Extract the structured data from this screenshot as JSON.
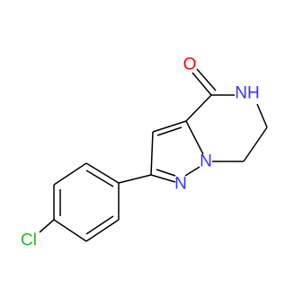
{
  "molecule": {
    "atoms": {
      "oxygen": {
        "symbol": "O",
        "color": "#ff0000"
      },
      "nh": {
        "symbol": "NH",
        "color": "#3333ff"
      },
      "n_bridge": {
        "symbol": "N",
        "color": "#3333ff"
      },
      "n_pyrazole": {
        "symbol": "N",
        "color": "#3333ff"
      },
      "chlorine": {
        "symbol": "Cl",
        "color": "#22bb22"
      }
    },
    "bond_color": "#000000"
  }
}
